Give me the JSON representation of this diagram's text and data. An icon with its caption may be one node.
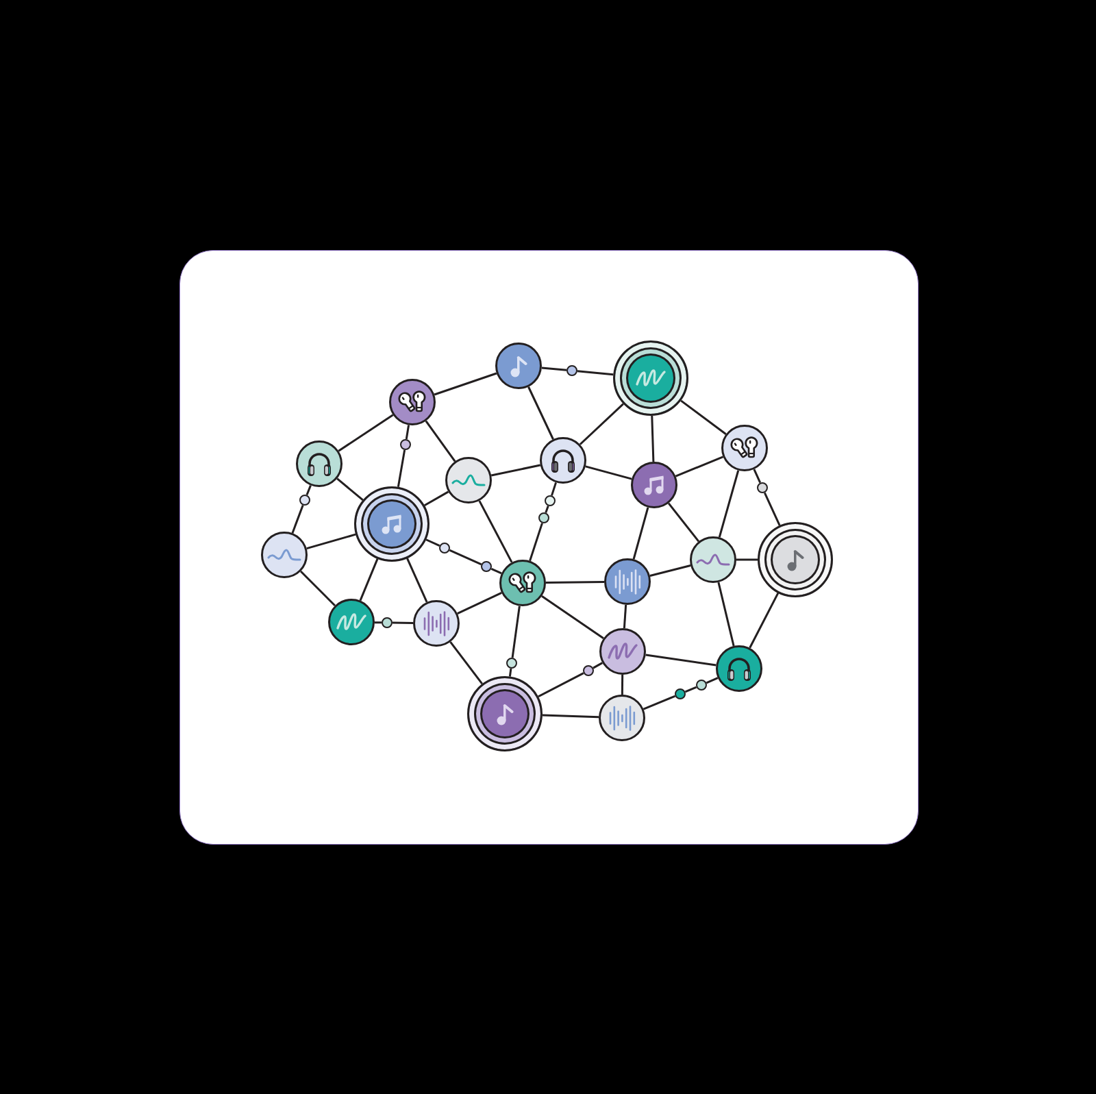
{
  "diagram": {
    "nodes": [
      {
        "text": [],
        "shape": "circle"
      },
      {
        "text": [],
        "shape": "dot"
      },
      {
        "text": [],
        "shape": "circle"
      },
      {
        "text": [],
        "shape": "circle"
      },
      {
        "text": [],
        "shape": "dot"
      },
      {
        "text": [],
        "shape": "circle"
      },
      {
        "text": [],
        "shape": "circle"
      },
      {
        "text": [],
        "shape": "circle"
      },
      {
        "text": [],
        "shape": "circle"
      },
      {
        "text": [],
        "shape": "circle"
      },
      {
        "text": [],
        "shape": "dot"
      },
      {
        "text": [],
        "shape": "dot"
      },
      {
        "text": [],
        "shape": "dot"
      },
      {
        "text": [],
        "shape": "dot"
      },
      {
        "text": [],
        "shape": "circle"
      },
      {
        "text": [],
        "shape": "dot"
      },
      {
        "text": [],
        "shape": "circle"
      },
      {
        "text": [],
        "shape": "circle"
      },
      {
        "text": [],
        "shape": "circle"
      },
      {
        "text": [],
        "shape": "dot"
      },
      {
        "text": [],
        "shape": "circle"
      },
      {
        "text": [],
        "shape": "circle"
      },
      {
        "text": [],
        "shape": "circle"
      },
      {
        "text": [],
        "shape": "dot"
      },
      {
        "text": [],
        "shape": "circle"
      },
      {
        "text": [],
        "shape": "circle"
      },
      {
        "text": [],
        "shape": "dot"
      },
      {
        "text": [],
        "shape": "circle"
      },
      {
        "text": [],
        "shape": "dot"
      },
      {
        "text": [],
        "shape": "dot"
      },
      {
        "text": [],
        "shape": "dot"
      },
      {
        "text": [],
        "shape": "circle"
      },
      {
        "text": [],
        "shape": "circle"
      }
    ],
    "edges": [
      {
        "from": 0,
        "to": 3,
        "arrow": "none"
      },
      {
        "from": 0,
        "to": 1,
        "arrow": "none"
      },
      {
        "from": 1,
        "to": 2,
        "arrow": "none"
      },
      {
        "from": 0,
        "to": 6,
        "arrow": "none"
      },
      {
        "from": 2,
        "to": 6,
        "arrow": "none"
      },
      {
        "from": 2,
        "to": 9,
        "arrow": "none"
      },
      {
        "from": 2,
        "to": 5,
        "arrow": "none"
      },
      {
        "from": 3,
        "to": 7,
        "arrow": "none"
      },
      {
        "from": 3,
        "to": 4,
        "arrow": "none"
      },
      {
        "from": 4,
        "to": 14,
        "arrow": "none"
      },
      {
        "from": 3,
        "to": 8,
        "arrow": "none"
      },
      {
        "from": 7,
        "to": 14,
        "arrow": "none"
      },
      {
        "from": 7,
        "to": 11,
        "arrow": "none"
      },
      {
        "from": 11,
        "to": 16,
        "arrow": "none"
      },
      {
        "from": 8,
        "to": 6,
        "arrow": "none"
      },
      {
        "from": 8,
        "to": 14,
        "arrow": "none"
      },
      {
        "from": 8,
        "to": 21,
        "arrow": "none"
      },
      {
        "from": 6,
        "to": 9,
        "arrow": "none"
      },
      {
        "from": 6,
        "to": 12,
        "arrow": "none"
      },
      {
        "from": 12,
        "to": 13,
        "arrow": "none"
      },
      {
        "from": 13,
        "to": 21,
        "arrow": "none"
      },
      {
        "from": 9,
        "to": 5,
        "arrow": "none"
      },
      {
        "from": 9,
        "to": 20,
        "arrow": "none"
      },
      {
        "from": 9,
        "to": 18,
        "arrow": "none"
      },
      {
        "from": 5,
        "to": 18,
        "arrow": "none"
      },
      {
        "from": 5,
        "to": 10,
        "arrow": "none"
      },
      {
        "from": 10,
        "to": 17,
        "arrow": "none"
      },
      {
        "from": 14,
        "to": 16,
        "arrow": "none"
      },
      {
        "from": 14,
        "to": 15,
        "arrow": "none"
      },
      {
        "from": 15,
        "to": 19,
        "arrow": "none"
      },
      {
        "from": 19,
        "to": 21,
        "arrow": "none"
      },
      {
        "from": 14,
        "to": 22,
        "arrow": "none"
      },
      {
        "from": 14,
        "to": 24,
        "arrow": "none"
      },
      {
        "from": 16,
        "to": 22,
        "arrow": "none"
      },
      {
        "from": 21,
        "to": 20,
        "arrow": "none"
      },
      {
        "from": 21,
        "to": 24,
        "arrow": "none"
      },
      {
        "from": 21,
        "to": 26,
        "arrow": "none"
      },
      {
        "from": 26,
        "to": 31,
        "arrow": "none"
      },
      {
        "from": 21,
        "to": 25,
        "arrow": "none"
      },
      {
        "from": 20,
        "to": 18,
        "arrow": "none"
      },
      {
        "from": 20,
        "to": 25,
        "arrow": "none"
      },
      {
        "from": 18,
        "to": 17,
        "arrow": "none"
      },
      {
        "from": 18,
        "to": 27,
        "arrow": "none"
      },
      {
        "from": 17,
        "to": 27,
        "arrow": "none"
      },
      {
        "from": 22,
        "to": 23,
        "arrow": "none"
      },
      {
        "from": 23,
        "to": 24,
        "arrow": "none"
      },
      {
        "from": 24,
        "to": 31,
        "arrow": "none"
      },
      {
        "from": 25,
        "to": 27,
        "arrow": "none"
      },
      {
        "from": 25,
        "to": 32,
        "arrow": "none"
      },
      {
        "from": 31,
        "to": 28,
        "arrow": "none"
      },
      {
        "from": 28,
        "to": 25,
        "arrow": "none"
      },
      {
        "from": 31,
        "to": 32,
        "arrow": "none"
      },
      {
        "from": 32,
        "to": 30,
        "arrow": "none"
      },
      {
        "from": 30,
        "to": 29,
        "arrow": "none"
      },
      {
        "from": 29,
        "to": 27,
        "arrow": "none"
      }
    ]
  }
}
